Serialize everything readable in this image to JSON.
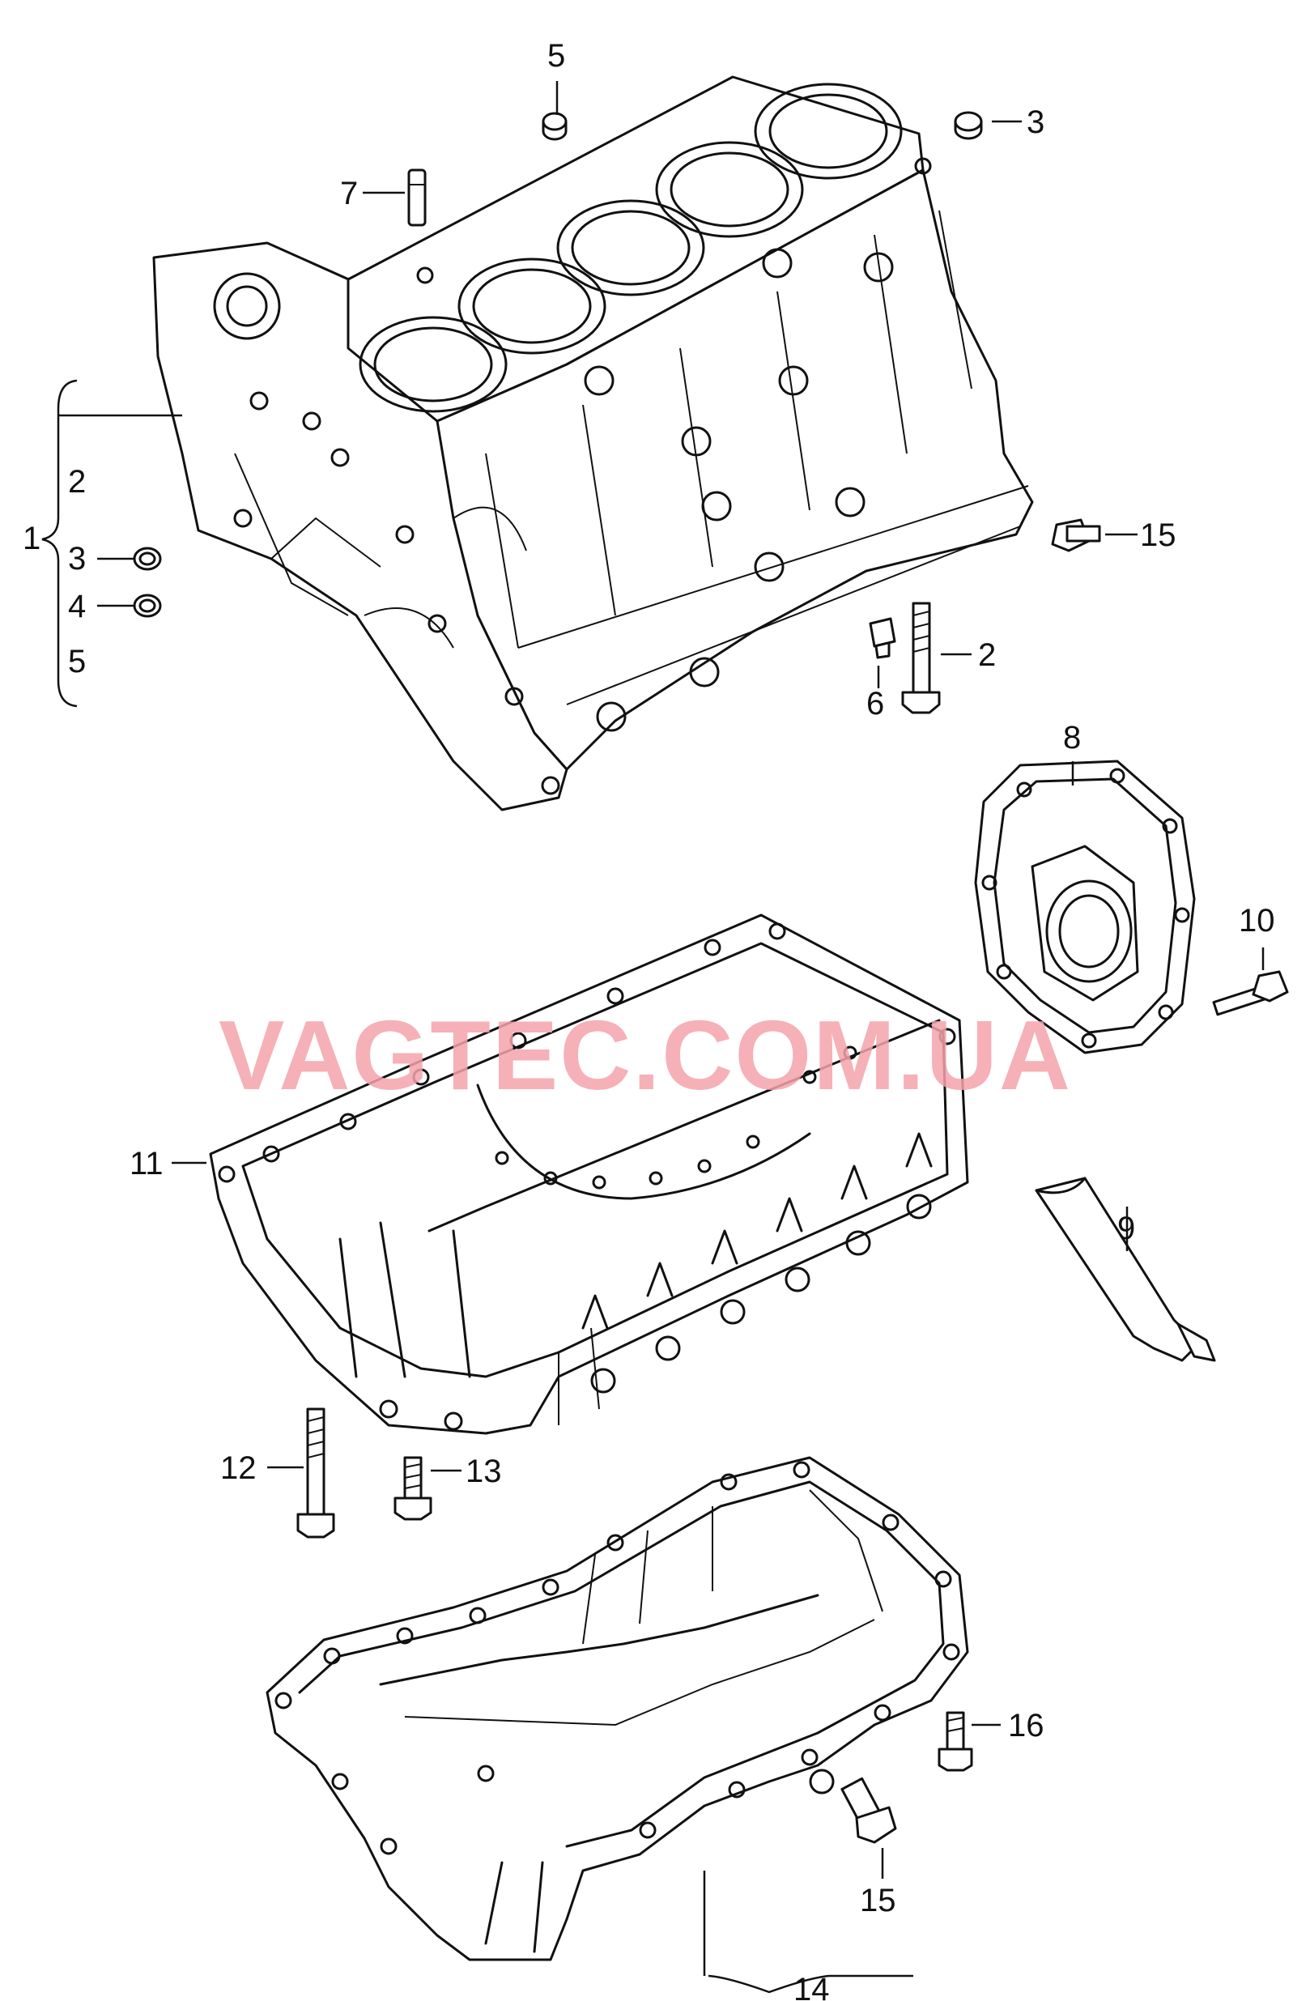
{
  "watermark": "VAGTEC.COM.UA",
  "callouts": {
    "c1": "1",
    "c2_group": "2",
    "c3_group": "3",
    "c4_group": "4",
    "c5_group": "5",
    "c5_top": "5",
    "c3_top": "3",
    "c7": "7",
    "c15_block": "15",
    "c2_bolt": "2",
    "c6": "6",
    "c8": "8",
    "c10": "10",
    "c11": "11",
    "c9": "9",
    "c12": "12",
    "c13": "13",
    "c16": "16",
    "c15_pan": "15",
    "c14": "14"
  }
}
